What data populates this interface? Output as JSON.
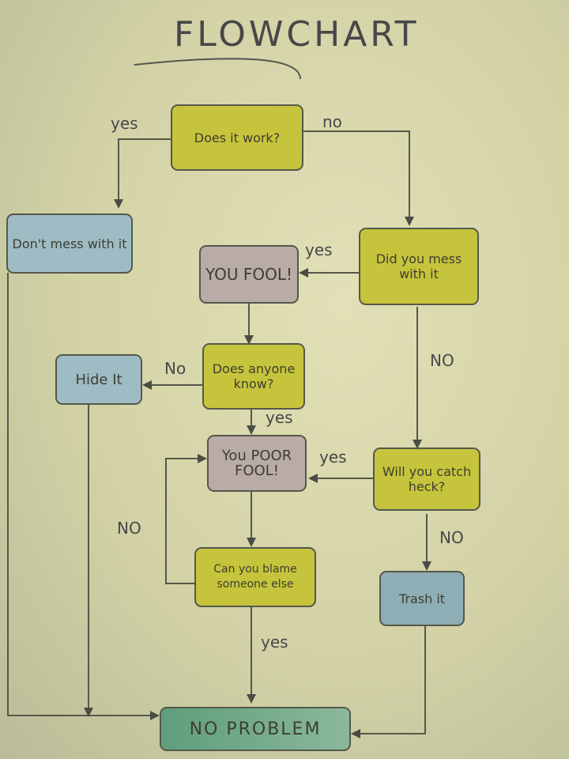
{
  "title": "FLOWCHART",
  "nodes": {
    "does_it_work": "Does it work?",
    "dont_mess": "Don't mess with it",
    "did_you_mess": "Did you mess with it",
    "you_fool": "YOU FOOL!",
    "anyone_know": "Does anyone know?",
    "hide_it": "Hide It",
    "poor_fool": "You POOR FOOL!",
    "catch_heck": "Will you catch heck?",
    "blame": "Can you blame someone else",
    "trash_it": "Trash it",
    "no_problem": "NO PROBLEM"
  },
  "edges": {
    "work_yes": "yes",
    "work_no": "no",
    "mess_yes": "yes",
    "mess_no": "NO",
    "know_no": "No",
    "know_yes": "yes",
    "heck_yes": "yes",
    "heck_no": "NO",
    "blame_no": "NO",
    "blame_yes": "yes"
  },
  "colors": {
    "decision": "#c6c43c",
    "action_blue": "#9ebcc4",
    "fool": "#b9aca6",
    "end": "#6aa880"
  }
}
